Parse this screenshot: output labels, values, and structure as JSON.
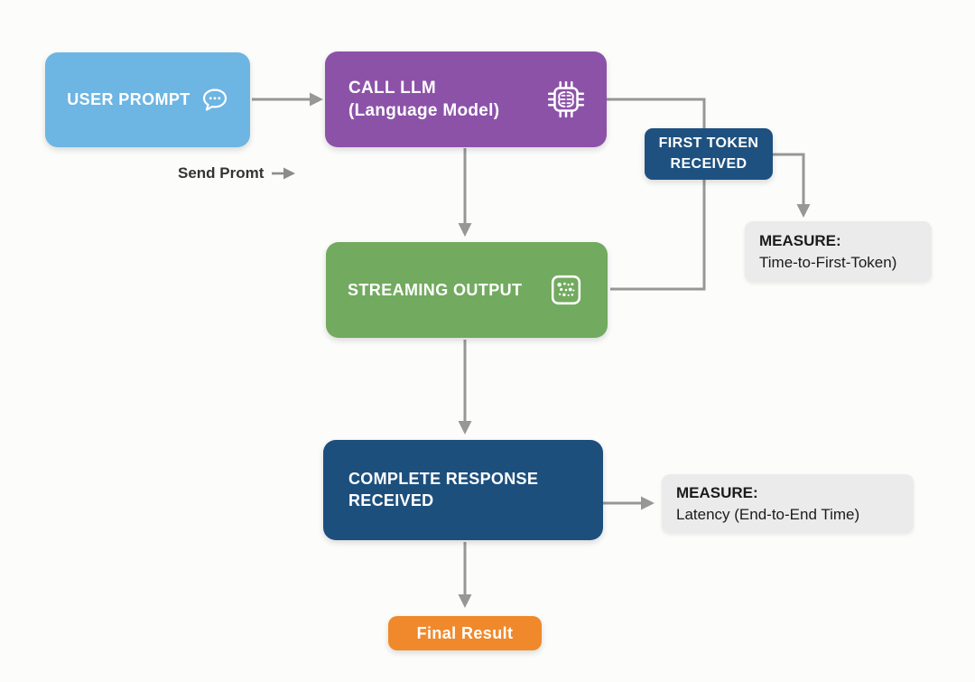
{
  "nodes": {
    "user_prompt": {
      "label": "USER PROMPT",
      "color": "#6db5e2"
    },
    "call_llm": {
      "line1": "CALL LLM",
      "line2": "(Language Model)",
      "color": "#8c52a8"
    },
    "first_token": {
      "line1": "FIRST TOKEN",
      "line2": "RECEIVED",
      "color": "#1e5180"
    },
    "measure_ttft": {
      "title": "MEASURE:",
      "value": "Time-to-First-Token)",
      "color": "#ebebeb"
    },
    "streaming_output": {
      "label": "STREAMING OUTPUT",
      "color": "#72aa5f"
    },
    "complete_response": {
      "line1": "COMPLETE RESPONSE",
      "line2": "RECEIVED",
      "color": "#1d4f7d"
    },
    "measure_latency": {
      "title": "MEASURE:",
      "value": "Latency (End-to-End Time)",
      "color": "#ebebeb"
    },
    "final_result": {
      "label": "Final Result",
      "color": "#f0892b"
    }
  },
  "labels": {
    "send_prompt": "Send Promt"
  },
  "icons": {
    "user_prompt": "chat-bubble-icon",
    "call_llm": "ai-chip-icon",
    "streaming_output": "streaming-dots-icon"
  },
  "connector_color": "#979797"
}
